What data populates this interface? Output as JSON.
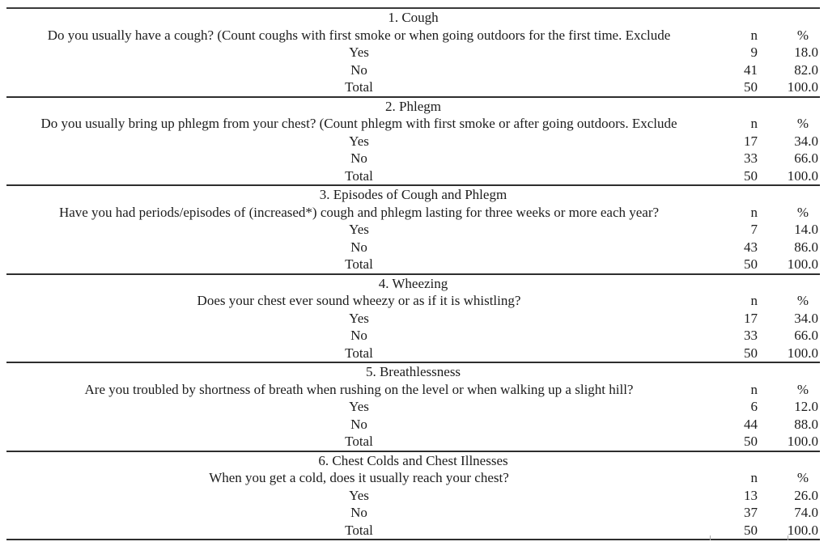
{
  "table": {
    "columns": {
      "n_label": "n",
      "pct_label": "%"
    },
    "sections": [
      {
        "title": "1. Cough",
        "question": "Do you usually have a cough? (Count coughs with first smoke or when going outdoors for the first time. Exclude",
        "rows": [
          {
            "label": "Yes",
            "n": "9",
            "pct": "18.0"
          },
          {
            "label": "No",
            "n": "41",
            "pct": "82.0"
          },
          {
            "label": "Total",
            "n": "50",
            "pct": "100.0"
          }
        ]
      },
      {
        "title": "2. Phlegm",
        "question": "Do you usually bring up phlegm from your chest? (Count phlegm with first smoke or after going outdoors. Exclude",
        "rows": [
          {
            "label": "Yes",
            "n": "17",
            "pct": "34.0"
          },
          {
            "label": "No",
            "n": "33",
            "pct": "66.0"
          },
          {
            "label": "Total",
            "n": "50",
            "pct": "100.0"
          }
        ]
      },
      {
        "title": "3. Episodes of Cough and Phlegm",
        "question": "Have you had periods/episodes of (increased*) cough and phlegm lasting for three weeks or more each year?",
        "rows": [
          {
            "label": "Yes",
            "n": "7",
            "pct": "14.0"
          },
          {
            "label": "No",
            "n": "43",
            "pct": "86.0"
          },
          {
            "label": "Total",
            "n": "50",
            "pct": "100.0"
          }
        ]
      },
      {
        "title": "4. Wheezing",
        "question": "Does your chest ever sound wheezy or as if it is whistling?",
        "rows": [
          {
            "label": "Yes",
            "n": "17",
            "pct": "34.0"
          },
          {
            "label": "No",
            "n": "33",
            "pct": "66.0"
          },
          {
            "label": "Total",
            "n": "50",
            "pct": "100.0"
          }
        ]
      },
      {
        "title": "5. Breathlessness",
        "question": "Are you troubled by shortness of breath when rushing on the level or when walking up a slight hill?",
        "rows": [
          {
            "label": "Yes",
            "n": "6",
            "pct": "12.0"
          },
          {
            "label": "No",
            "n": "44",
            "pct": "88.0"
          },
          {
            "label": "Total",
            "n": "50",
            "pct": "100.0"
          }
        ]
      },
      {
        "title": "6. Chest Colds and Chest Illnesses",
        "question": "When you get a cold, does it usually reach your chest?",
        "rows": [
          {
            "label": "Yes",
            "n": "13",
            "pct": "26.0"
          },
          {
            "label": "No",
            "n": "37",
            "pct": "74.0"
          },
          {
            "label": "Total",
            "n": "50",
            "pct": "100.0"
          }
        ]
      }
    ]
  }
}
